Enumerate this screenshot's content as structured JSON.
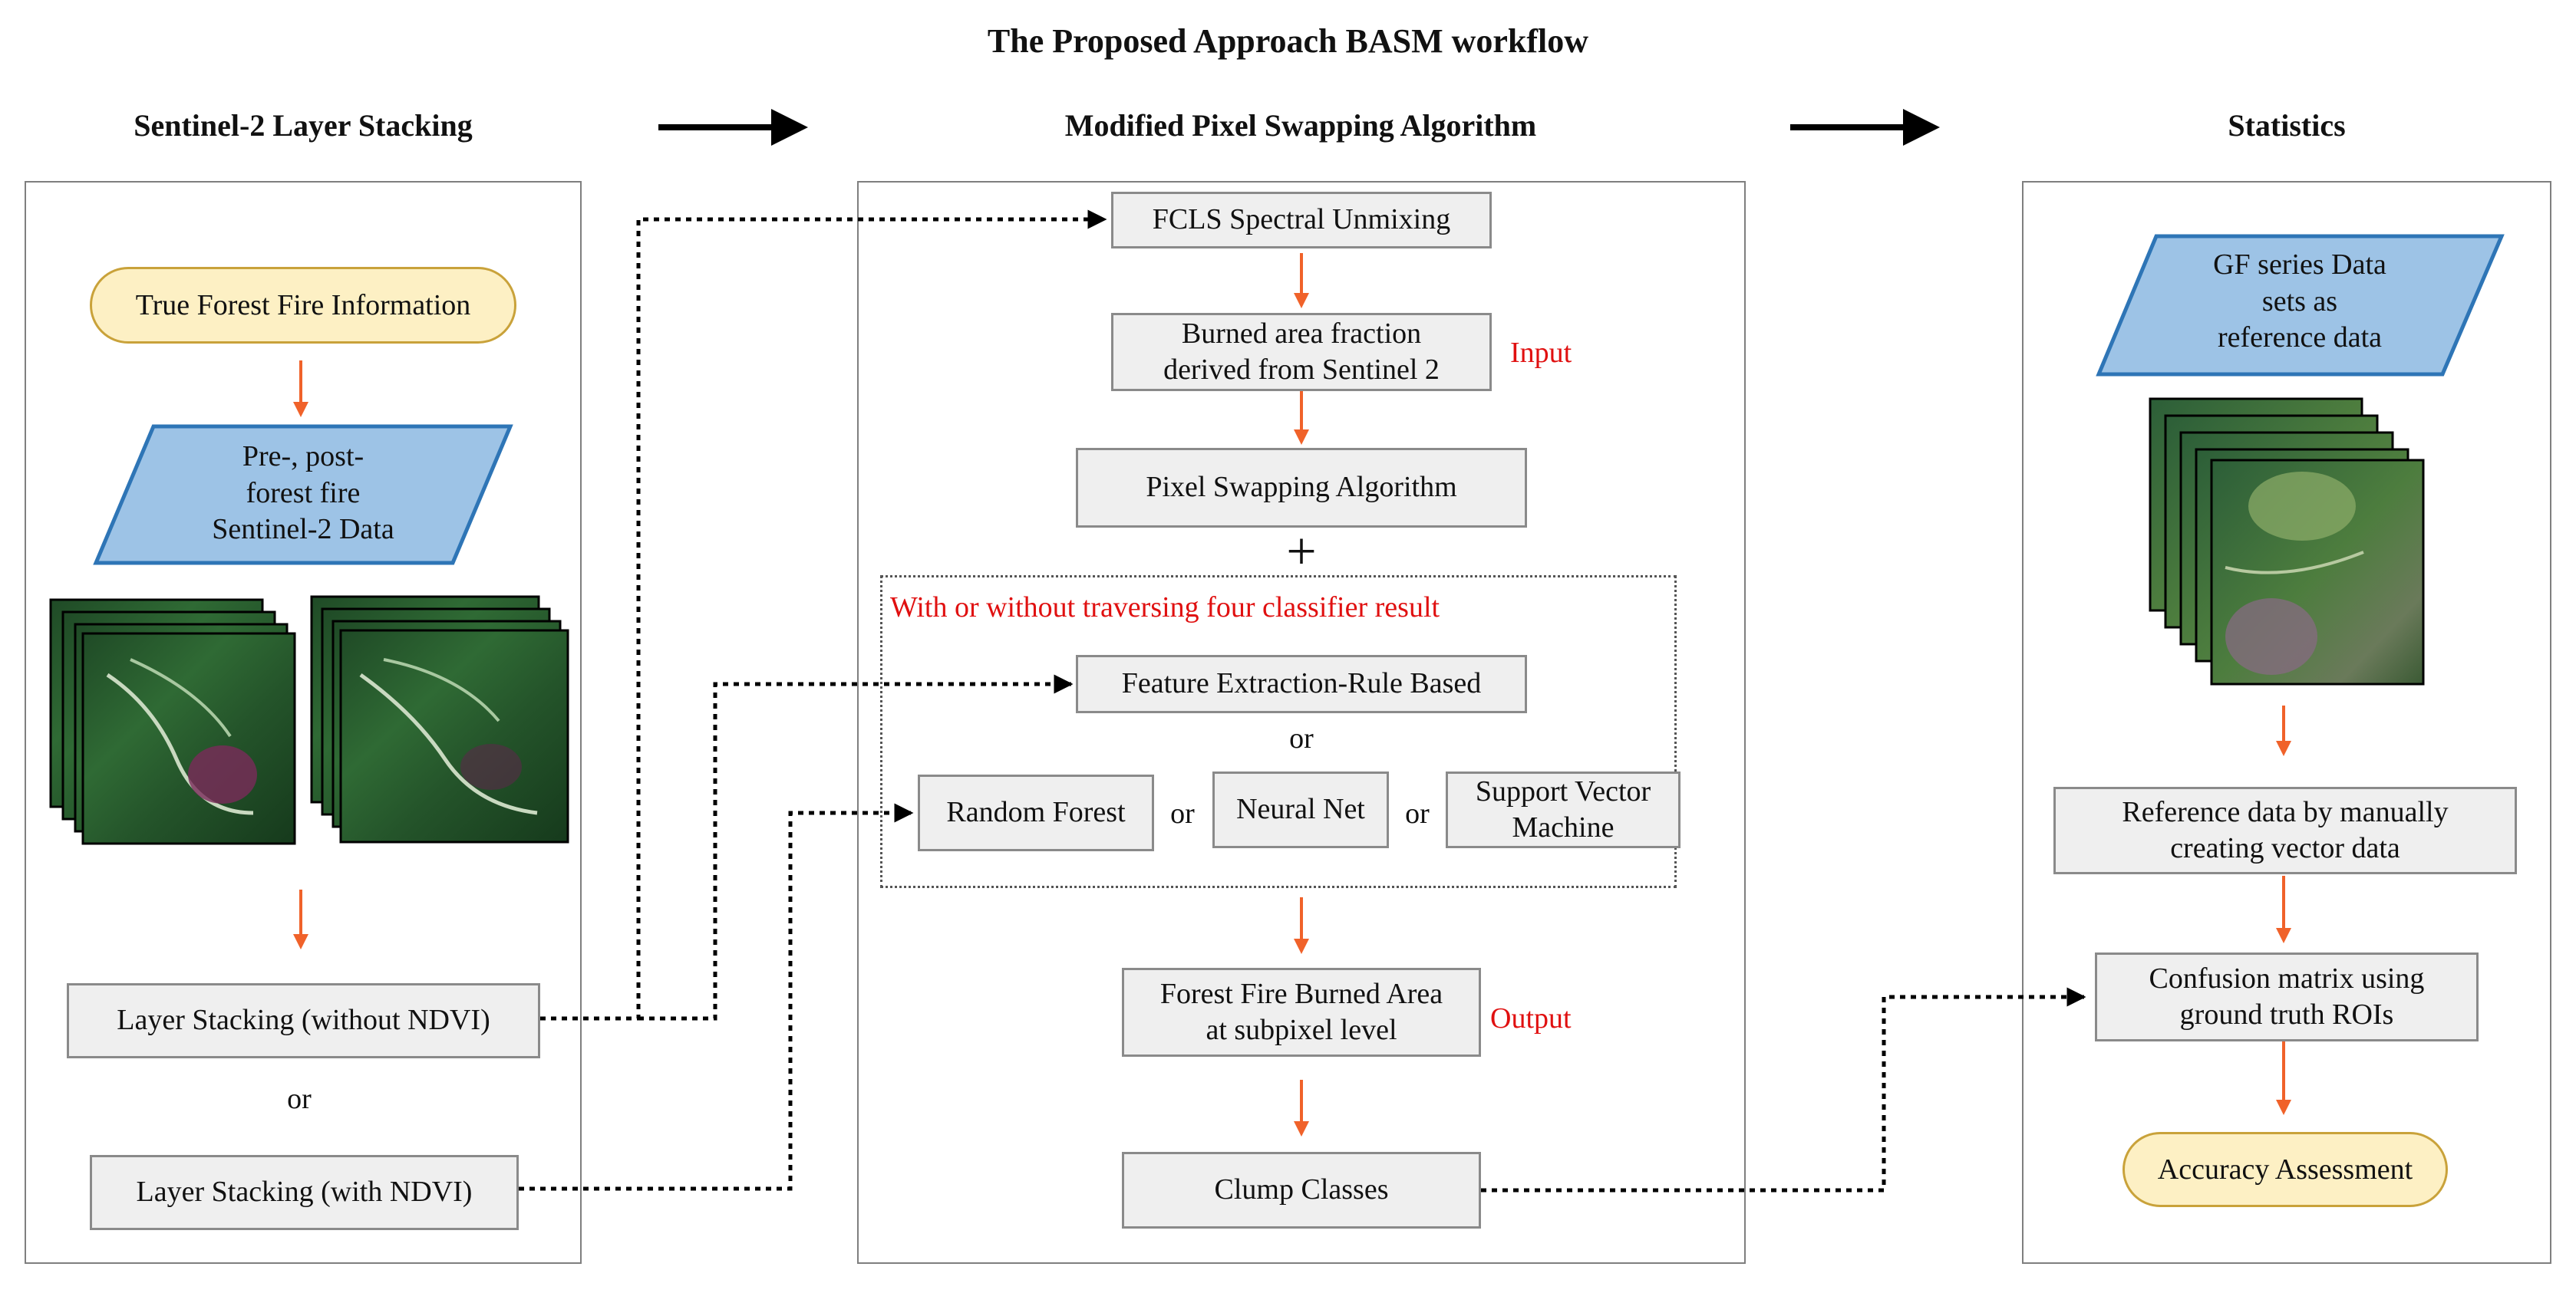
{
  "title": "The Proposed Approach BASM workflow",
  "columns": {
    "left": "Sentinel-2 Layer Stacking",
    "middle": "Modified Pixel Swapping Algorithm",
    "right": "Statistics"
  },
  "left": {
    "true_info": "True Forest Fire Information",
    "data_lines": [
      "Pre-, post-",
      "forest fire",
      "Sentinel-2 Data"
    ],
    "stack_without": "Layer Stacking (without NDVI)",
    "or": "or",
    "stack_with": "Layer Stacking (with NDVI)"
  },
  "middle": {
    "fcls": "FCLS Spectral Unmixing",
    "burned_lines": [
      "Burned area fraction",
      "derived from Sentinel 2"
    ],
    "input": "Input",
    "pixel_swap": "Pixel Swapping Algorithm",
    "plus": "+",
    "traverse": "With or without traversing four classifier result",
    "feature": "Feature Extraction-Rule Based",
    "or": "or",
    "rf": "Random Forest",
    "nn": "Neural Net",
    "svm_lines": [
      "Support Vector",
      "Machine"
    ],
    "output_lines": [
      "Forest Fire Burned Area",
      "at subpixel level"
    ],
    "output": "Output",
    "clump": "Clump Classes"
  },
  "right": {
    "gf_lines": [
      "GF series Data",
      "sets as",
      "reference data"
    ],
    "ref_lines": [
      "Reference data by manually",
      "creating vector data"
    ],
    "conf_lines": [
      "Confusion matrix using",
      "ground truth ROIs"
    ],
    "accuracy": "Accuracy Assessment"
  },
  "colors": {
    "parallelogram_fill": "#9dc3e6",
    "parallelogram_stroke": "#2e75b6",
    "pill_fill": "#fdf0c4",
    "arrow_orange": "#f0622a",
    "label_red": "#e01010"
  }
}
